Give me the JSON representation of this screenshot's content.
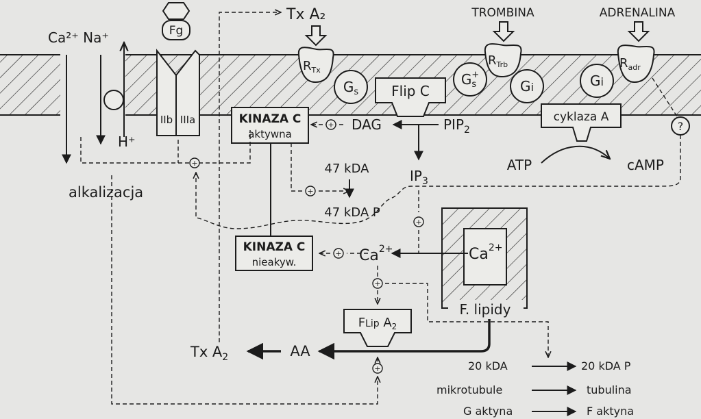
{
  "labels": {
    "ca_na": "Ca²⁺ Na⁺",
    "h_plus": "H⁺",
    "fg": "Fg",
    "iib": "IIb",
    "iiia": "IIIa",
    "txa2_top": "Tx A₂",
    "trombina": "TROMBINA",
    "adrenalina": "ADRENALINA",
    "r_tx": "R_Tx",
    "r_trb": "R_Trb",
    "r_adr": "R_adr",
    "gs": "Gs",
    "gs_plus": "Gs⁺",
    "gi_1": "Gi",
    "gi_2": "Gi",
    "flip_c": "Flip C",
    "dag": "DAG",
    "pip2": "PIP₂",
    "kinaza_c_active_1": "KINAZA C",
    "kinaza_c_active_2": "aktywna",
    "cyklaza_a": "cyklaza A",
    "atp": "ATP",
    "camp": "cAMP",
    "question": "?",
    "alkalizacja": "alkalizacja",
    "kda47": "47 kDA",
    "kda47p": "47 kDA P",
    "ip3": "IP₃",
    "kinaza_c_inactive_1": "KINAZA C",
    "kinaza_c_inactive_2": "nieakyw.",
    "ca_cyto": "Ca²⁺",
    "ca_store": "Ca²⁺",
    "f_lipidy": "F. lipidy",
    "flipa2": "F Lip A₂",
    "txa2_bottom": "Tx A₂",
    "aa": "AA",
    "kda20": "20 kDA",
    "kda20p": "20 kDA P",
    "mikrotubule": "mikrotubule",
    "tubulina": "tubulina",
    "g_aktyna": "G aktyna",
    "f_aktyna": "F aktyna",
    "plus": "+"
  }
}
